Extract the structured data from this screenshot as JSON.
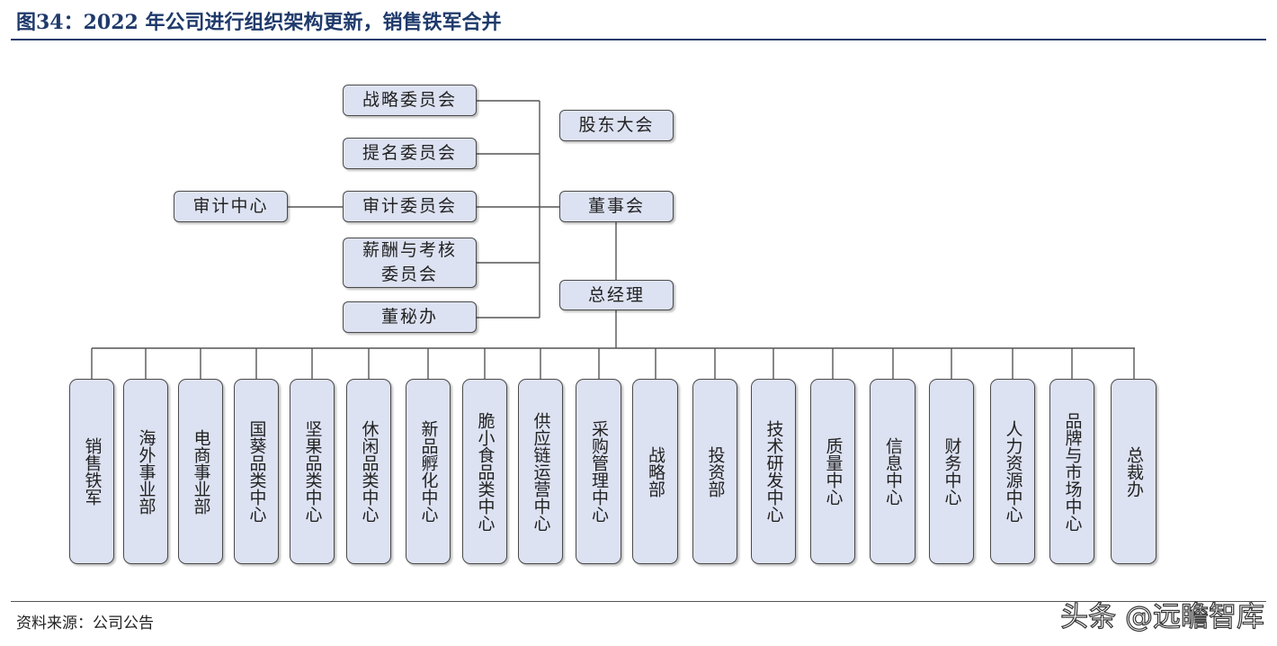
{
  "title": "图34：2022 年公司进行组织架构更新，销售铁军合并",
  "source": "资料来源：公司公告",
  "watermark": "头条 @远瞻智库",
  "nodes": {
    "shareholders": "股东大会",
    "board": "董事会",
    "gm": "总经理",
    "strategy_committee": "战略委员会",
    "nomination_committee": "提名委员会",
    "audit_committee": "审计委员会",
    "audit_center": "审计中心",
    "compensation_committee": "薪酬与考核委员会",
    "board_secretary_office": "董秘办"
  },
  "departments": [
    "销售铁军",
    "海外事业部",
    "电商事业部",
    "国葵品类中心",
    "坚果品类中心",
    "休闲品类中心",
    "新品孵化中心",
    "脆小食品类中心",
    "供应链运营中心",
    "采购管理中心",
    "战略部",
    "投资部",
    "技术研发中心",
    "质量中心",
    "信息中心",
    "财务中心",
    "人力资源中心",
    "品牌与市场中心",
    "总裁办"
  ]
}
